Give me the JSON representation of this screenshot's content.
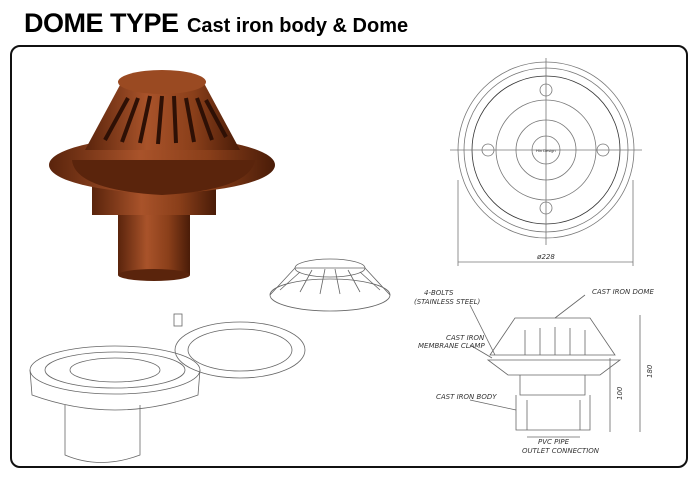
{
  "title": {
    "main": "DOME TYPE",
    "sub": "Cast iron body & Dome"
  },
  "plan_view": {
    "diameter_label": "ø228",
    "center_mark": "Hin Design"
  },
  "section_view": {
    "labels": {
      "bolts": "4-BOLTS",
      "bolts_material": "(STAINLESS STEEL)",
      "dome": "CAST IRON DOME",
      "clamp_1": "CAST IRON",
      "clamp_2": "MEMBRANE CLAMP",
      "body": "CAST IRON BODY",
      "pipe": "PVC PIPE",
      "outlet": "OUTLET CONNECTION"
    },
    "dimensions": {
      "total_height": "180",
      "body_height": "100"
    }
  },
  "colors": {
    "cast_iron": "#8a3f1a",
    "cast_iron_dark": "#5a240c",
    "line": "#555555"
  }
}
